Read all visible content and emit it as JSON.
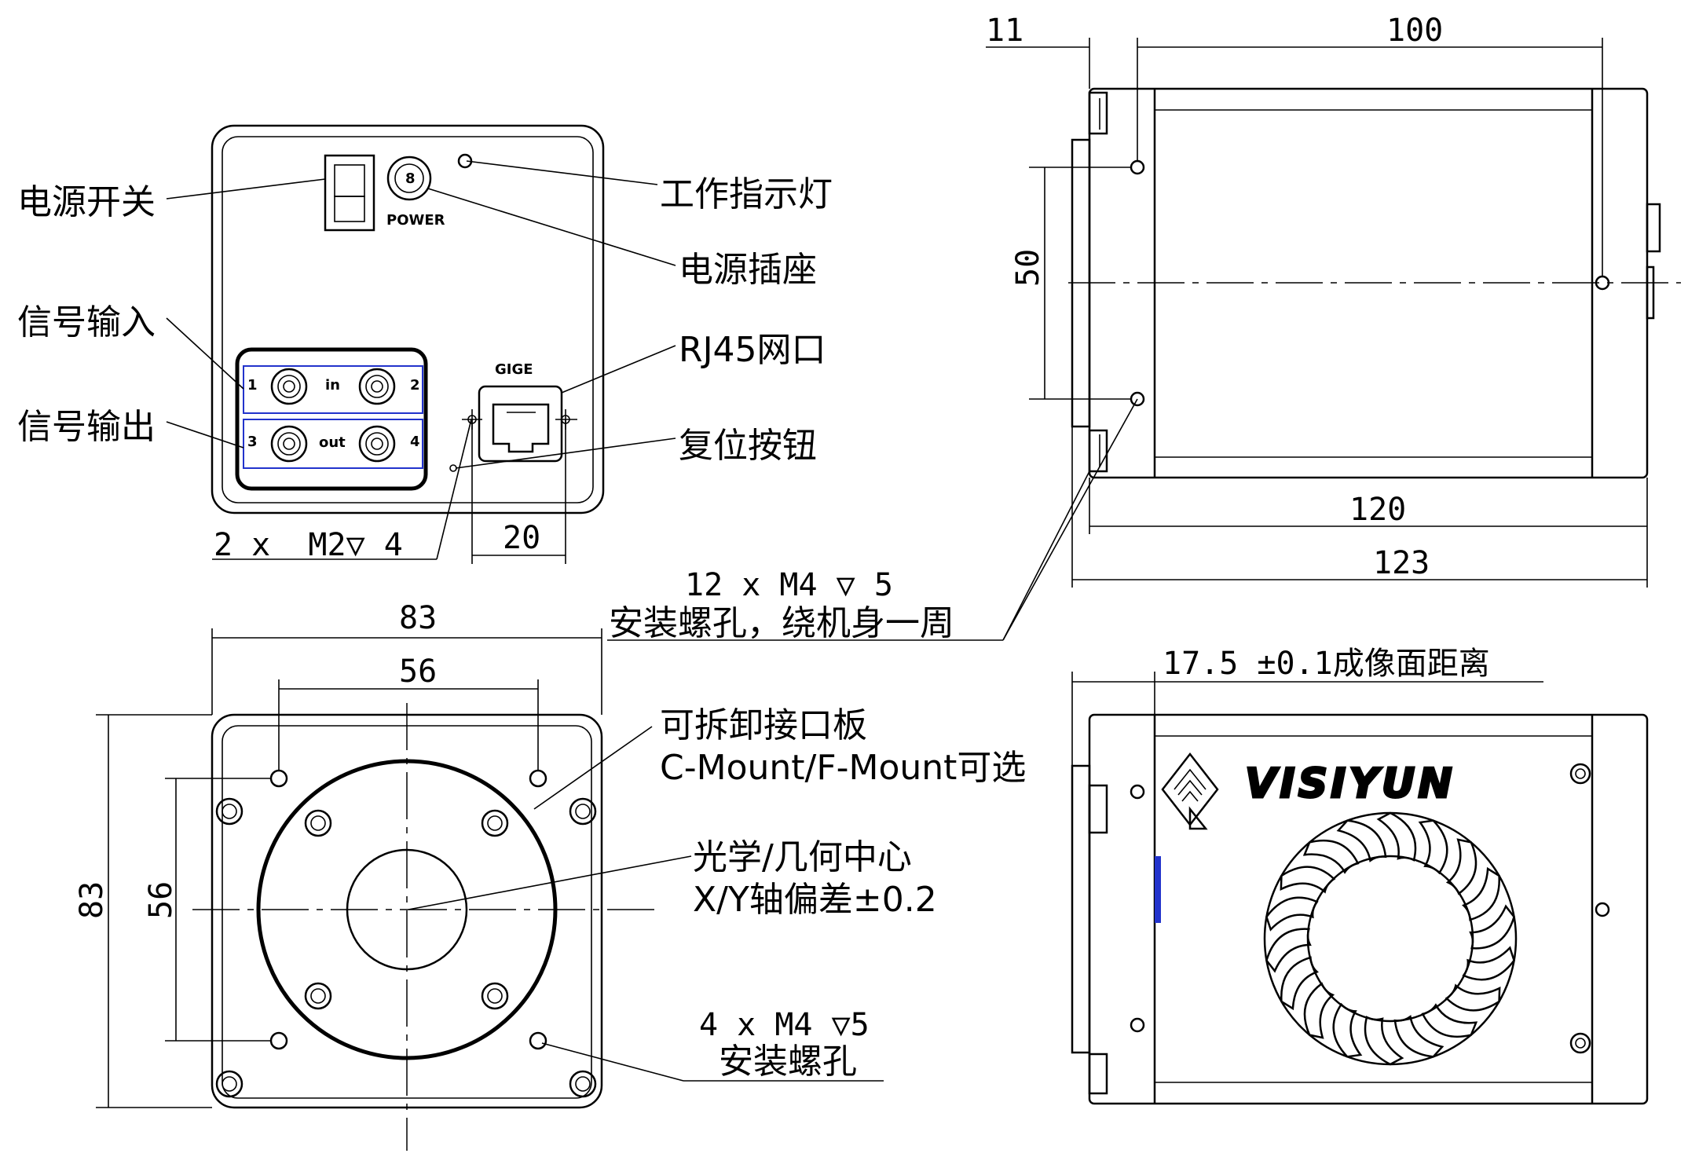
{
  "labels": {
    "power_switch": "电源开关",
    "indicator_light": "工作指示灯",
    "power_socket": "电源插座",
    "signal_input": "信号输入",
    "signal_output": "信号输出",
    "rj45": "RJ45网口",
    "reset_button": "复位按钮",
    "mount_note_1": "12 x M4 ▽ 5",
    "mount_note_2": "安装螺孔，绕机身一周",
    "removable_plate": "可拆卸接口板",
    "mount_options": "C-Mount/F-Mount可选",
    "center_title": "光学/几何中心",
    "center_tolerance": "X/Y轴偏差±0.2",
    "front_holes_1": "4 x M4 ▽5",
    "front_holes_2": "安装螺孔",
    "flange_distance": "17.5 ±0.1成像面距离",
    "screw_note": "2 x  M2▽ 4"
  },
  "panel": {
    "power": "POWER",
    "gige": "GIGE",
    "in": "in",
    "out": "out",
    "port1": "1",
    "port2": "2",
    "port3": "3",
    "port4": "4"
  },
  "dimensions": {
    "d11": "11",
    "d100": "100",
    "d50": "50",
    "d120": "120",
    "d123": "123",
    "d20": "20",
    "d83_top": "83",
    "d56_top": "56",
    "d83_side": "83",
    "d56_side": "56"
  },
  "brand": "VISIYUN",
  "colors": {
    "line": "#000000",
    "highlight": "#2233cc"
  }
}
